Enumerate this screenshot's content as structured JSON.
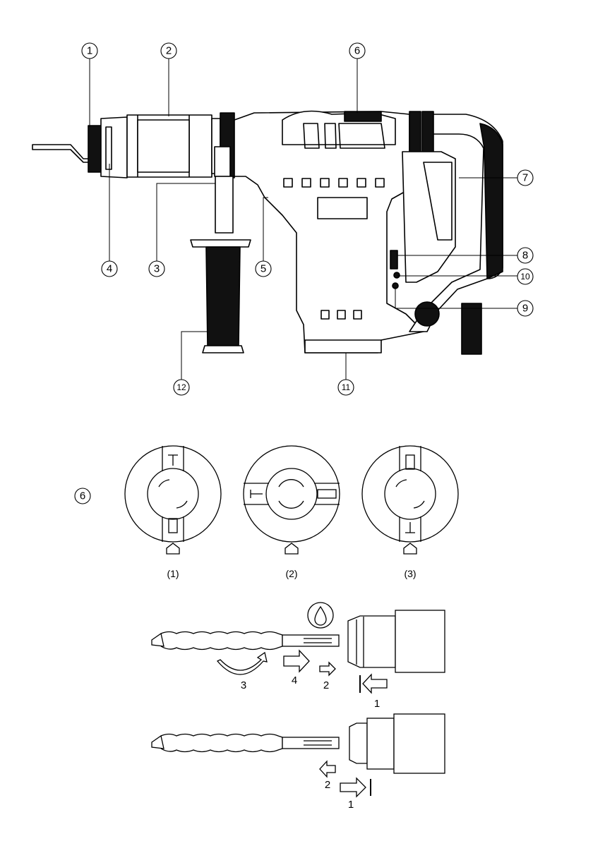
{
  "callouts": {
    "c1": "1",
    "c2": "2",
    "c3": "3",
    "c4": "4",
    "c5": "5",
    "c6": "6",
    "c7": "7",
    "c8": "8",
    "c9": "9",
    "c10": "10",
    "c11": "11",
    "c12": "12"
  },
  "mode_selector": {
    "callout": "6",
    "modes": [
      "(1)",
      "(2)",
      "(3)"
    ]
  },
  "insert_steps": [
    "3",
    "4",
    "2",
    "1"
  ],
  "remove_steps": [
    "2",
    "1"
  ],
  "icons": {
    "lubricate": "oil-drop-icon",
    "position_marker": "triangle-marker-icon"
  }
}
